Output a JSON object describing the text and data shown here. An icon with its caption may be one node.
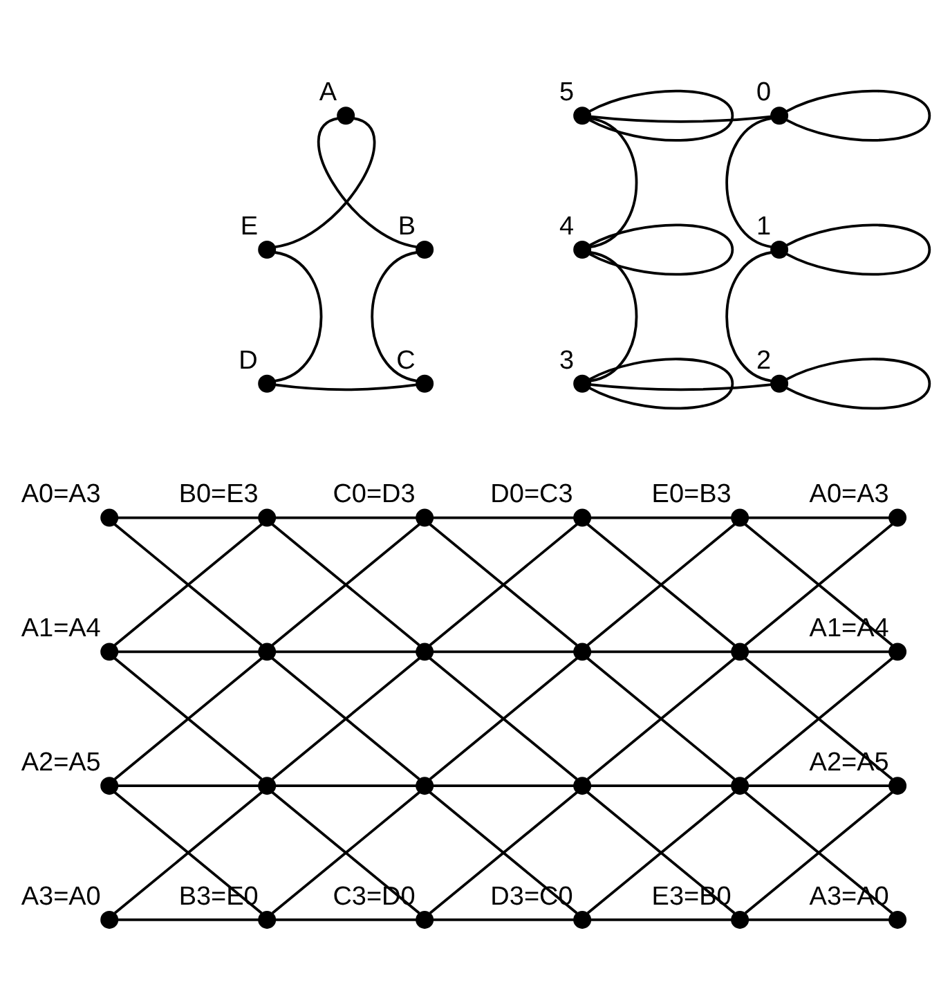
{
  "diagram": {
    "nodes": [
      {
        "text": [],
        "shape": "circle",
        "beside": [
          "A"
        ]
      },
      {
        "text": [],
        "shape": "circle",
        "beside": [
          "B"
        ]
      },
      {
        "text": [],
        "shape": "circle",
        "beside": [
          "C"
        ]
      },
      {
        "text": [],
        "shape": "circle",
        "beside": [
          "D"
        ]
      },
      {
        "text": [],
        "shape": "circle",
        "beside": [
          "E"
        ]
      },
      {
        "text": [],
        "shape": "circle",
        "beside": [
          "0"
        ]
      },
      {
        "text": [],
        "shape": "circle",
        "beside": [
          "1"
        ]
      },
      {
        "text": [],
        "shape": "circle",
        "beside": [
          "2"
        ]
      },
      {
        "text": [],
        "shape": "circle",
        "beside": [
          "3"
        ]
      },
      {
        "text": [],
        "shape": "circle",
        "beside": [
          "4"
        ]
      },
      {
        "text": [],
        "shape": "circle",
        "beside": [
          "5"
        ]
      },
      {
        "text": [],
        "shape": "circle",
        "beside": [
          "A0=A3"
        ]
      },
      {
        "text": [],
        "shape": "circle",
        "beside": [
          "B0=E3"
        ]
      },
      {
        "text": [],
        "shape": "circle",
        "beside": [
          "C0=D3"
        ]
      },
      {
        "text": [],
        "shape": "circle",
        "beside": [
          "D0=C3"
        ]
      },
      {
        "text": [],
        "shape": "circle",
        "beside": [
          "E0=B3"
        ]
      },
      {
        "text": [],
        "shape": "circle",
        "beside": [
          "A0=A3"
        ]
      },
      {
        "text": [],
        "shape": "circle",
        "beside": [
          "A1=A4"
        ]
      },
      {
        "text": [],
        "shape": "circle"
      },
      {
        "text": [],
        "shape": "circle"
      },
      {
        "text": [],
        "shape": "circle"
      },
      {
        "text": [],
        "shape": "circle"
      },
      {
        "text": [],
        "shape": "circle",
        "beside": [
          "A1=A4"
        ]
      },
      {
        "text": [],
        "shape": "circle",
        "beside": [
          "A2=A5"
        ]
      },
      {
        "text": [],
        "shape": "circle"
      },
      {
        "text": [],
        "shape": "circle"
      },
      {
        "text": [],
        "shape": "circle"
      },
      {
        "text": [],
        "shape": "circle"
      },
      {
        "text": [],
        "shape": "circle",
        "beside": [
          "A2=A5"
        ]
      },
      {
        "text": [],
        "shape": "circle",
        "beside": [
          "A3=A0"
        ]
      },
      {
        "text": [],
        "shape": "circle",
        "beside": [
          "B3=E0"
        ]
      },
      {
        "text": [],
        "shape": "circle",
        "beside": [
          "C3=D0"
        ]
      },
      {
        "text": [],
        "shape": "circle",
        "beside": [
          "D3=C0"
        ]
      },
      {
        "text": [],
        "shape": "circle",
        "beside": [
          "E3=B0"
        ]
      },
      {
        "text": [],
        "shape": "circle",
        "beside": [
          "A3=A0"
        ]
      }
    ],
    "edges": [
      {
        "from": 0,
        "to": 1,
        "arrow": "none"
      },
      {
        "from": 1,
        "to": 2,
        "arrow": "none"
      },
      {
        "from": 2,
        "to": 3,
        "arrow": "none"
      },
      {
        "from": 3,
        "to": 4,
        "arrow": "none"
      },
      {
        "from": 4,
        "to": 0,
        "arrow": "none"
      },
      {
        "from": 5,
        "to": 6,
        "arrow": "none"
      },
      {
        "from": 6,
        "to": 7,
        "arrow": "none"
      },
      {
        "from": 7,
        "to": 8,
        "arrow": "none"
      },
      {
        "from": 8,
        "to": 9,
        "arrow": "none"
      },
      {
        "from": 9,
        "to": 10,
        "arrow": "none"
      },
      {
        "from": 10,
        "to": 5,
        "arrow": "none"
      },
      {
        "from": 5,
        "to": 5,
        "arrow": "none"
      },
      {
        "from": 6,
        "to": 6,
        "arrow": "none"
      },
      {
        "from": 7,
        "to": 7,
        "arrow": "none"
      },
      {
        "from": 8,
        "to": 8,
        "arrow": "none"
      },
      {
        "from": 9,
        "to": 9,
        "arrow": "none"
      },
      {
        "from": 10,
        "to": 10,
        "arrow": "none"
      },
      {
        "from": 11,
        "to": 12,
        "arrow": "none"
      },
      {
        "from": 12,
        "to": 13,
        "arrow": "none"
      },
      {
        "from": 13,
        "to": 14,
        "arrow": "none"
      },
      {
        "from": 14,
        "to": 15,
        "arrow": "none"
      },
      {
        "from": 15,
        "to": 16,
        "arrow": "none"
      },
      {
        "from": 17,
        "to": 18,
        "arrow": "none"
      },
      {
        "from": 18,
        "to": 19,
        "arrow": "none"
      },
      {
        "from": 19,
        "to": 20,
        "arrow": "none"
      },
      {
        "from": 20,
        "to": 21,
        "arrow": "none"
      },
      {
        "from": 21,
        "to": 22,
        "arrow": "none"
      },
      {
        "from": 23,
        "to": 24,
        "arrow": "none"
      },
      {
        "from": 24,
        "to": 25,
        "arrow": "none"
      },
      {
        "from": 25,
        "to": 26,
        "arrow": "none"
      },
      {
        "from": 26,
        "to": 27,
        "arrow": "none"
      },
      {
        "from": 27,
        "to": 28,
        "arrow": "none"
      },
      {
        "from": 29,
        "to": 30,
        "arrow": "none"
      },
      {
        "from": 30,
        "to": 31,
        "arrow": "none"
      },
      {
        "from": 31,
        "to": 32,
        "arrow": "none"
      },
      {
        "from": 32,
        "to": 33,
        "arrow": "none"
      },
      {
        "from": 33,
        "to": 34,
        "arrow": "none"
      },
      {
        "from": 11,
        "to": 18,
        "arrow": "none"
      },
      {
        "from": 12,
        "to": 17,
        "arrow": "none"
      },
      {
        "from": 17,
        "to": 24,
        "arrow": "none"
      },
      {
        "from": 18,
        "to": 23,
        "arrow": "none"
      },
      {
        "from": 23,
        "to": 30,
        "arrow": "none"
      },
      {
        "from": 24,
        "to": 29,
        "arrow": "none"
      },
      {
        "from": 12,
        "to": 19,
        "arrow": "none"
      },
      {
        "from": 13,
        "to": 18,
        "arrow": "none"
      },
      {
        "from": 18,
        "to": 25,
        "arrow": "none"
      },
      {
        "from": 19,
        "to": 24,
        "arrow": "none"
      },
      {
        "from": 24,
        "to": 31,
        "arrow": "none"
      },
      {
        "from": 25,
        "to": 30,
        "arrow": "none"
      },
      {
        "from": 13,
        "to": 20,
        "arrow": "none"
      },
      {
        "from": 14,
        "to": 19,
        "arrow": "none"
      },
      {
        "from": 19,
        "to": 26,
        "arrow": "none"
      },
      {
        "from": 20,
        "to": 25,
        "arrow": "none"
      },
      {
        "from": 25,
        "to": 32,
        "arrow": "none"
      },
      {
        "from": 26,
        "to": 31,
        "arrow": "none"
      },
      {
        "from": 14,
        "to": 21,
        "arrow": "none"
      },
      {
        "from": 15,
        "to": 20,
        "arrow": "none"
      },
      {
        "from": 20,
        "to": 27,
        "arrow": "none"
      },
      {
        "from": 21,
        "to": 26,
        "arrow": "none"
      },
      {
        "from": 26,
        "to": 33,
        "arrow": "none"
      },
      {
        "from": 27,
        "to": 32,
        "arrow": "none"
      },
      {
        "from": 15,
        "to": 22,
        "arrow": "none"
      },
      {
        "from": 16,
        "to": 21,
        "arrow": "none"
      },
      {
        "from": 21,
        "to": 28,
        "arrow": "none"
      },
      {
        "from": 22,
        "to": 27,
        "arrow": "none"
      },
      {
        "from": 27,
        "to": 34,
        "arrow": "none"
      },
      {
        "from": 28,
        "to": 33,
        "arrow": "none"
      }
    ]
  }
}
